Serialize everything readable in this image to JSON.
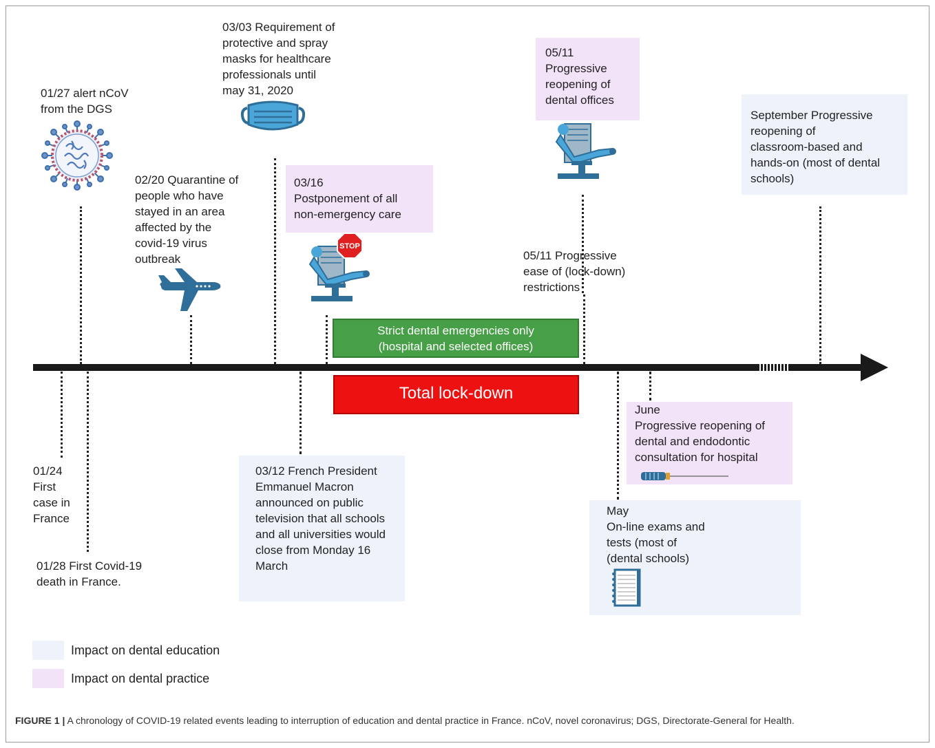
{
  "events": {
    "alert_ncov": "01/27 alert nCoV\nfrom the DGS",
    "masks": "03/03 Requirement of\nprotective and spray\nmasks for healthcare\nprofessionals until\nmay 31, 2020",
    "reopening_offices": "05/11\nProgressive\nreopening of\ndental offices",
    "september": "September Progressive\nreopening of\nclassroom-based and\nhands-on  (most of dental\nschools)",
    "quarantine": "02/20  Quarantine of\npeople who have\nstayed in an area\naffected by the\ncovid-19 virus\noutbreak",
    "postponement": "03/16\nPostponement of all\nnon-emergency care",
    "ease_restrictions": "05/11 Progressive\nease of (lock-down)\nrestrictions",
    "first_case": "01/24\nFirst\ncase in\nFrance",
    "first_death": "01/28 First Covid-19\ndeath in France.",
    "macron": "03/12 French President\nEmmanuel Macron\nannounced on public\ntelevision that all schools\nand all universities would\nclose from Monday 16\nMarch",
    "june": "June\nProgressive reopening of\ndental and endodontic\nconsultation for hospital",
    "may": "May\nOn-line exams and\ntests  (most of\n(dental schools)"
  },
  "bars": {
    "emergencies": "Strict dental emergencies only\n(hospital and selected offices)",
    "lockdown": "Total lock-down"
  },
  "stop_sign": "STOP",
  "legend": {
    "education": "Impact on dental education",
    "practice": "Impact on dental practice"
  },
  "caption": {
    "label": "FIGURE 1 |",
    "text": " A chronology of COVID-19 related events leading to interruption of education and dental practice in France. nCoV, novel coronavirus; DGS, Directorate-General for Health."
  },
  "colors": {
    "education": "#eef3fb",
    "practice": "#f3e3f8",
    "emergency_bar": "#47a047",
    "lockdown_bar": "#ee1111",
    "icon_blue": "#2e6e99",
    "icon_light": "#4aa6d8"
  },
  "icons": [
    "virus-icon",
    "mask-icon",
    "dental-chair-icon",
    "airplane-icon",
    "stop-sign-icon",
    "endodontic-file-icon",
    "notebook-icon"
  ]
}
